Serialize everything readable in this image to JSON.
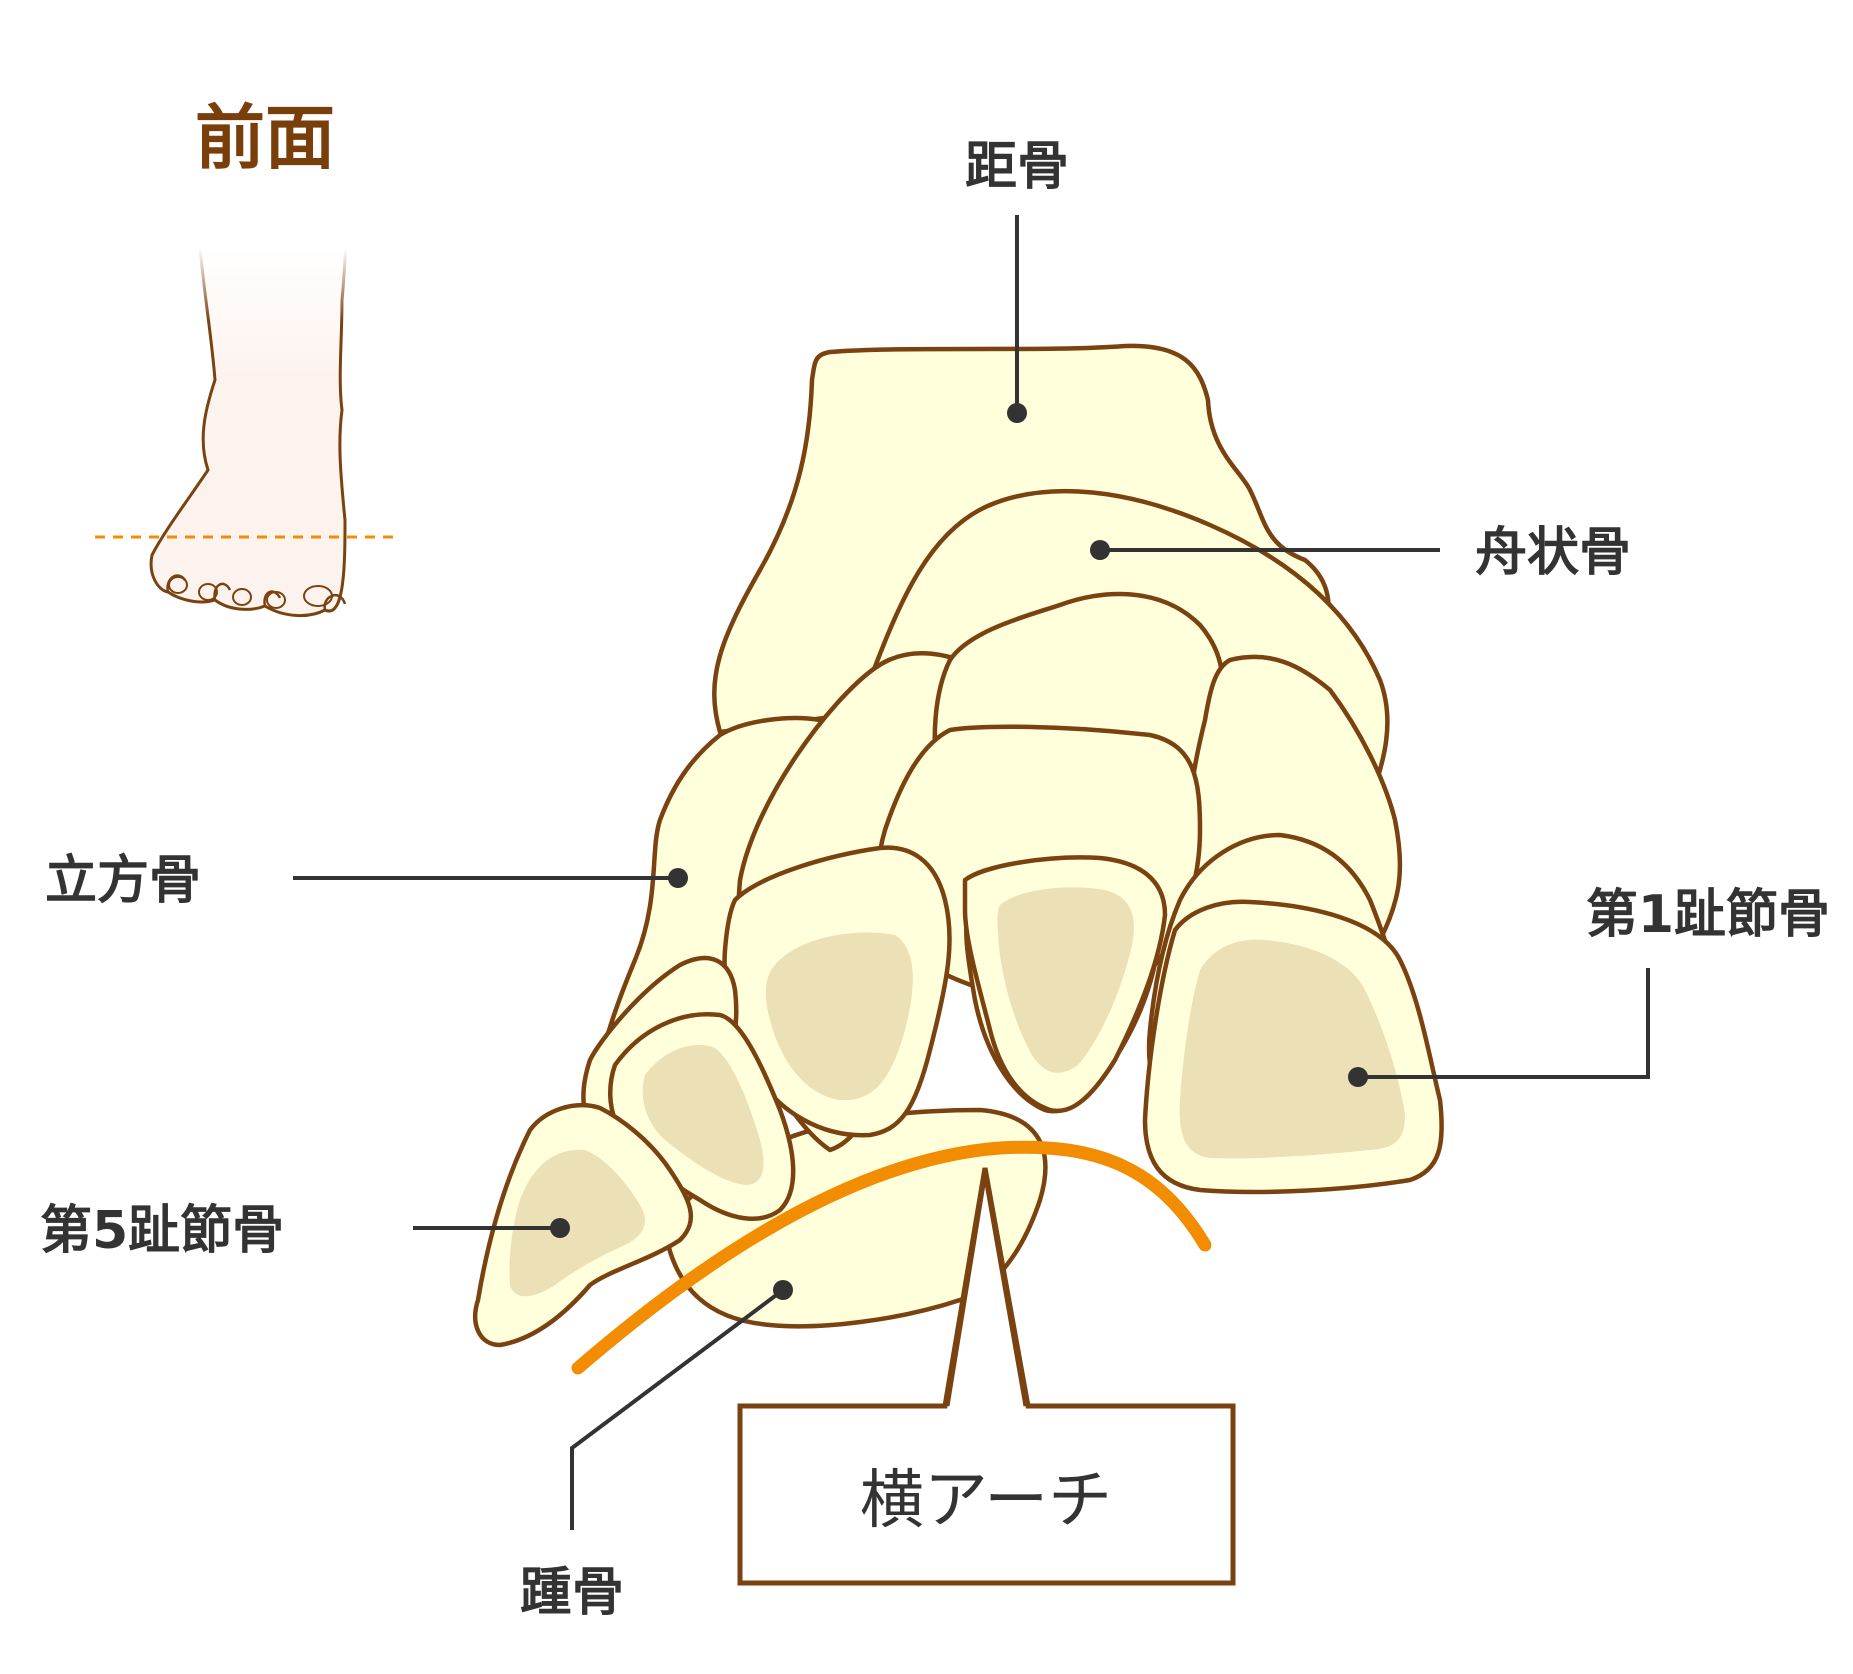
{
  "colors": {
    "bone_fill": "#ffffdc",
    "bone_outline": "#7a4210",
    "articular_surface": "#ece0b6",
    "arch_line": "#f28c00",
    "title": "#7a3e0a",
    "leader": "#333333",
    "foot_skin": "#fdf3ee"
  },
  "view": {
    "title": "前面"
  },
  "labels": {
    "talus": "距骨",
    "navicular": "舟状骨",
    "cuboid": "立方骨",
    "first_phalanx": "第1趾節骨",
    "fifth_phalanx": "第5趾節骨",
    "calcaneus": "踵骨",
    "transverse_arch": "横アーチ"
  }
}
